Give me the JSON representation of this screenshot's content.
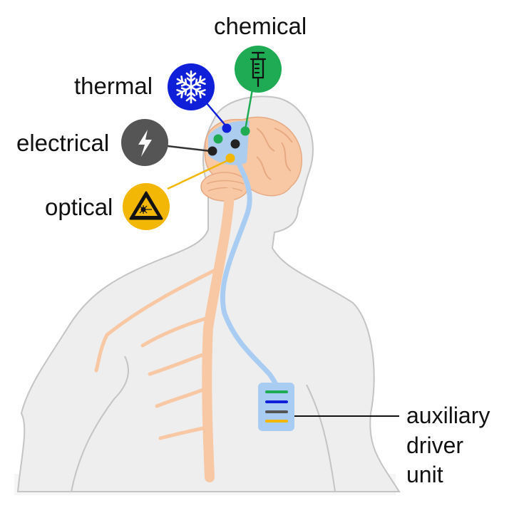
{
  "labels": {
    "chemical": "chemical",
    "thermal": "thermal",
    "electrical": "electrical",
    "optical": "optical",
    "driver_line1": "auxiliary",
    "driver_line2": "driver",
    "driver_line3": "unit"
  },
  "colors": {
    "chemical": "#1faa54",
    "thermal": "#1020d8",
    "electrical": "#555555",
    "optical": "#f2b705",
    "implant": "#a9cdf2",
    "nerve": "#f8c8a4",
    "body": "#eeeeee",
    "outline": "#c4c4c4"
  },
  "icons": {
    "chemical": "syringe-icon",
    "thermal": "snowflake-icon",
    "electrical": "lightning-icon",
    "optical": "laser-warning-icon"
  }
}
